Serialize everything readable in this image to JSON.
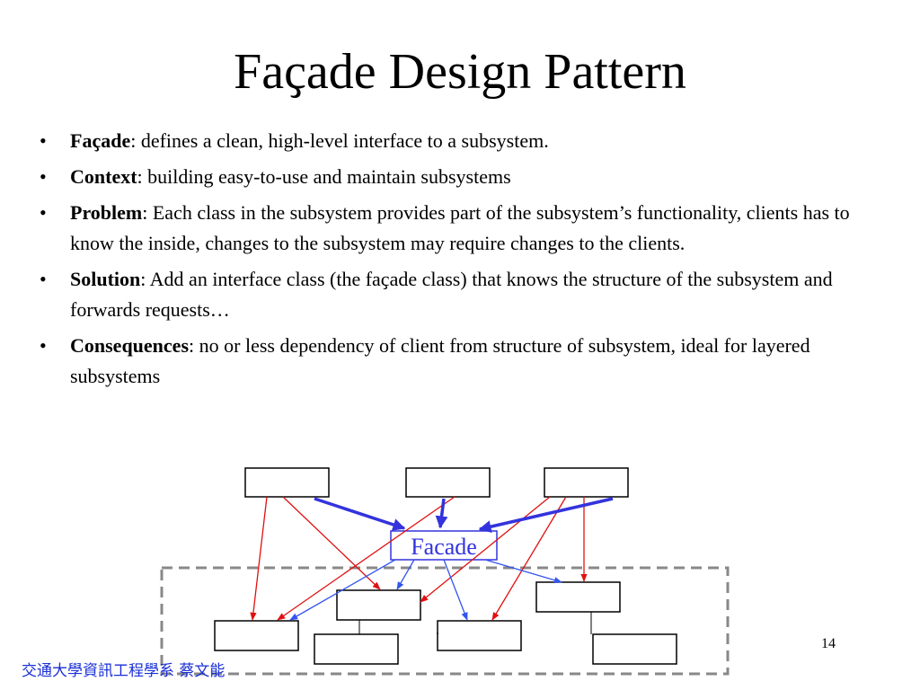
{
  "slide": {
    "title": "Faҫade Design Pattern",
    "bullets": [
      {
        "term": "Faҫade",
        "text": ": defines a clean, high-level interface to a subsystem."
      },
      {
        "term": "Context",
        "text": ": building easy-to-use and maintain subsystems"
      },
      {
        "term": "Problem",
        "text": ": Each class in the subsystem provides part of the subsystem’s functionality, clients has to know the inside, changes to the subsystem may require changes to the clients."
      },
      {
        "term": "Solution",
        "text": ": Add an interface class (the faҫade class) that knows the structure of the subsystem and forwards requests…"
      },
      {
        "term": "Consequences",
        "text": ": no or less dependency of client from structure of subsystem, ideal for layered subsystems"
      }
    ],
    "page_number": "14",
    "footer": "交通大學資訊工程學系 蔡文能"
  },
  "diagram": {
    "facade_label": "Facade",
    "colors": {
      "thick_arrow": "#3333dd",
      "thin_red": "#e01010",
      "thin_blue": "#3355ee",
      "boundary": "#888888"
    }
  }
}
